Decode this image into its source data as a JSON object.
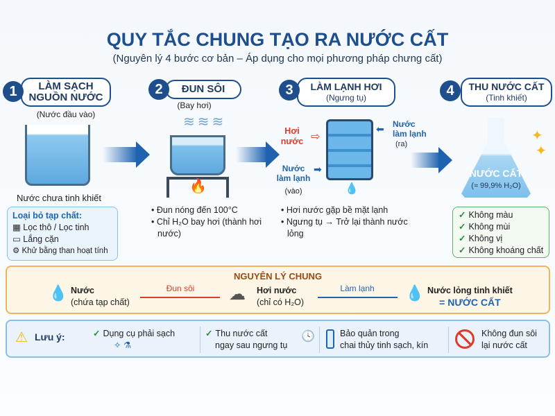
{
  "title": "QUY TẮC CHUNG TẠO RA NƯỚC CẤT",
  "subtitle": "(Nguyên lý 4 bước cơ bản – Áp dụng cho mọi phương pháp chưng cất)",
  "steps": [
    {
      "num": "1",
      "title_line1": "LÀM SẠCH",
      "title_line2": "NGUỒN NƯỚC",
      "caption": "(Nước đầu vào)",
      "image_label": "Nước chưa tinh khiết",
      "box_title": "Loại bỏ tạp chất:",
      "items": [
        "Lọc thô / Lọc tinh",
        "Lắng cặn",
        "Khử bằng than hoạt tính"
      ]
    },
    {
      "num": "2",
      "title": "ĐUN SÔI",
      "caption": "(Bay hơi)",
      "bullets": [
        "Đun nóng đến 100°C",
        "Chỉ H₂O bay hơi (thành hơi nước)"
      ]
    },
    {
      "num": "3",
      "title": "LÀM LẠNH HƠI",
      "caption": "(Ngưng tụ)",
      "label_steam": "Hơi nước",
      "label_cool_in": "Nước làm lạnh",
      "label_in": "(vào)",
      "label_cool_out": "Nước làm lạnh",
      "label_out": "(ra)",
      "bullets": [
        "Hơi nước gặp bề mặt lạnh",
        "Ngưng tụ → Trở lại thành nước lỏng"
      ]
    },
    {
      "num": "4",
      "title": "THU NƯỚC CẤT",
      "caption": "(Tinh khiết)",
      "flask_label": "NƯỚC CẤT",
      "flask_sub": "(≈ 99,9% H₂O)",
      "checks": [
        "Không màu",
        "Không mùi",
        "Không vị",
        "Không khoáng chất"
      ]
    }
  ],
  "principle": {
    "title": "NGUYÊN LÝ CHUNG",
    "a_title": "Nước",
    "a_sub": "(chứa tạp chất)",
    "arrow1": "Đun sôi",
    "b_title": "Hơi nước",
    "b_sub": "(chỉ có H₂O)",
    "arrow2": "Làm lạnh",
    "c_title": "Nước lỏng tinh khiết",
    "c_sub": "= NƯỚC CẤT"
  },
  "notes": {
    "label": "Lưu ý:",
    "n1": "Dụng cụ phải sạch",
    "n2a": "Thu nước cất",
    "n2b": "ngay sau ngưng tụ",
    "n3a": "Bảo quản trong",
    "n3b": "chai thủy tinh sạch, kín",
    "n4a": "Không đun sôi",
    "n4b": "lại nước cất"
  },
  "colors": {
    "primary": "#1e4f8c",
    "accent_red": "#e03a2a",
    "check_green": "#2c8a3c",
    "orange_border": "#f0b45a"
  }
}
